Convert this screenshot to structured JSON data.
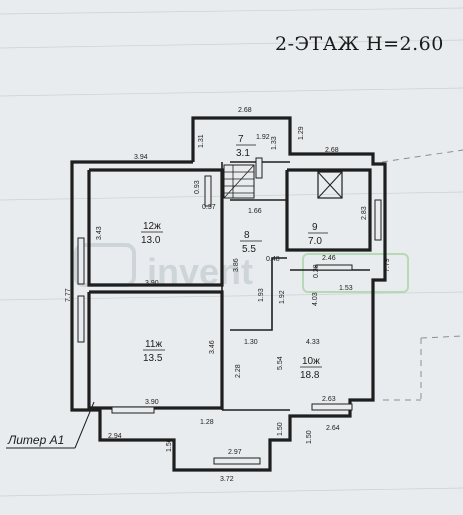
{
  "title": "2-ЭТАЖ Н=2.60",
  "note": "Литер А1",
  "watermark": "invent",
  "rooms": [
    {
      "number": "7",
      "area": "3.1"
    },
    {
      "number": "8",
      "area": "5.5"
    },
    {
      "number": "9",
      "area": "7.0"
    },
    {
      "number": "10ж",
      "area": "18.8"
    },
    {
      "number": "11ж",
      "area": "13.5"
    },
    {
      "number": "12ж",
      "area": "13.0"
    }
  ],
  "dimensions": {
    "d268_top": "2.68",
    "d131": "1.31",
    "d192": "1.92",
    "d133": "1.33",
    "d129": "1.29",
    "d394": "3.94",
    "d268_right": "2.68",
    "d093": "0.93",
    "d037": "0.37",
    "d166": "1.66",
    "d283": "2.83",
    "d343": "3.43",
    "d777": "7.77",
    "d386": "3.86",
    "d048": "0.48",
    "d246": "2.46",
    "d028": "0.28",
    "d779": "7.79",
    "d390_upper": "3.90",
    "d193": "1.93",
    "d192_mid": "1.92",
    "d403": "4.03",
    "d153": "1.53",
    "d346": "3.46",
    "d130": "1.30",
    "d433": "4.33",
    "d228": "2.28",
    "d554": "5.54",
    "d390_lower": "3.90",
    "d263": "2.63",
    "d128": "1.28",
    "d294": "2.94",
    "d150_left": "1.50",
    "d297": "2.97",
    "d150_mid": "1.50",
    "d150_right": "1.50",
    "d264": "2.64",
    "d372": "3.72"
  }
}
